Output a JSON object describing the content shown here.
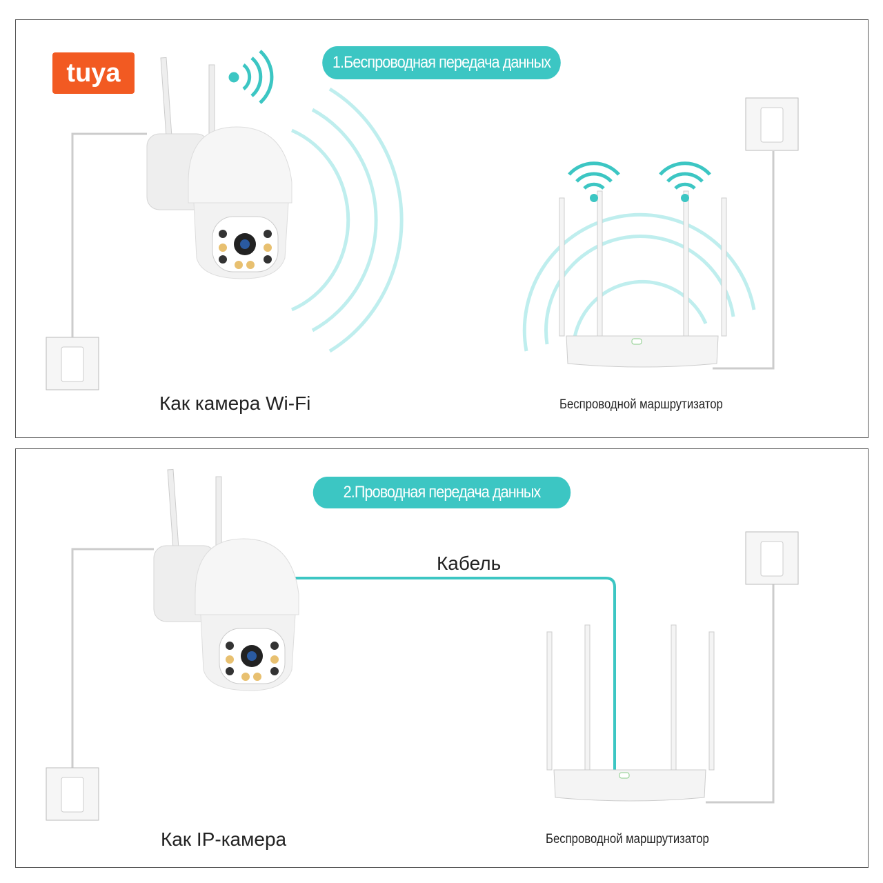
{
  "logo": {
    "text": "tuya"
  },
  "panel1": {
    "title": "1.Беспроводная передача данных",
    "camera_label": "Как камера Wi-Fi",
    "router_label": "Беспроводной маршрутизатор"
  },
  "panel2": {
    "title": "2.Проводная передача данных",
    "cable_label": "Кабель",
    "camera_label": "Как IP-камера",
    "router_label": "Беспроводной маршрутизатор"
  },
  "colors": {
    "accent": "#3cc6c3",
    "logo": "#f25a22"
  }
}
